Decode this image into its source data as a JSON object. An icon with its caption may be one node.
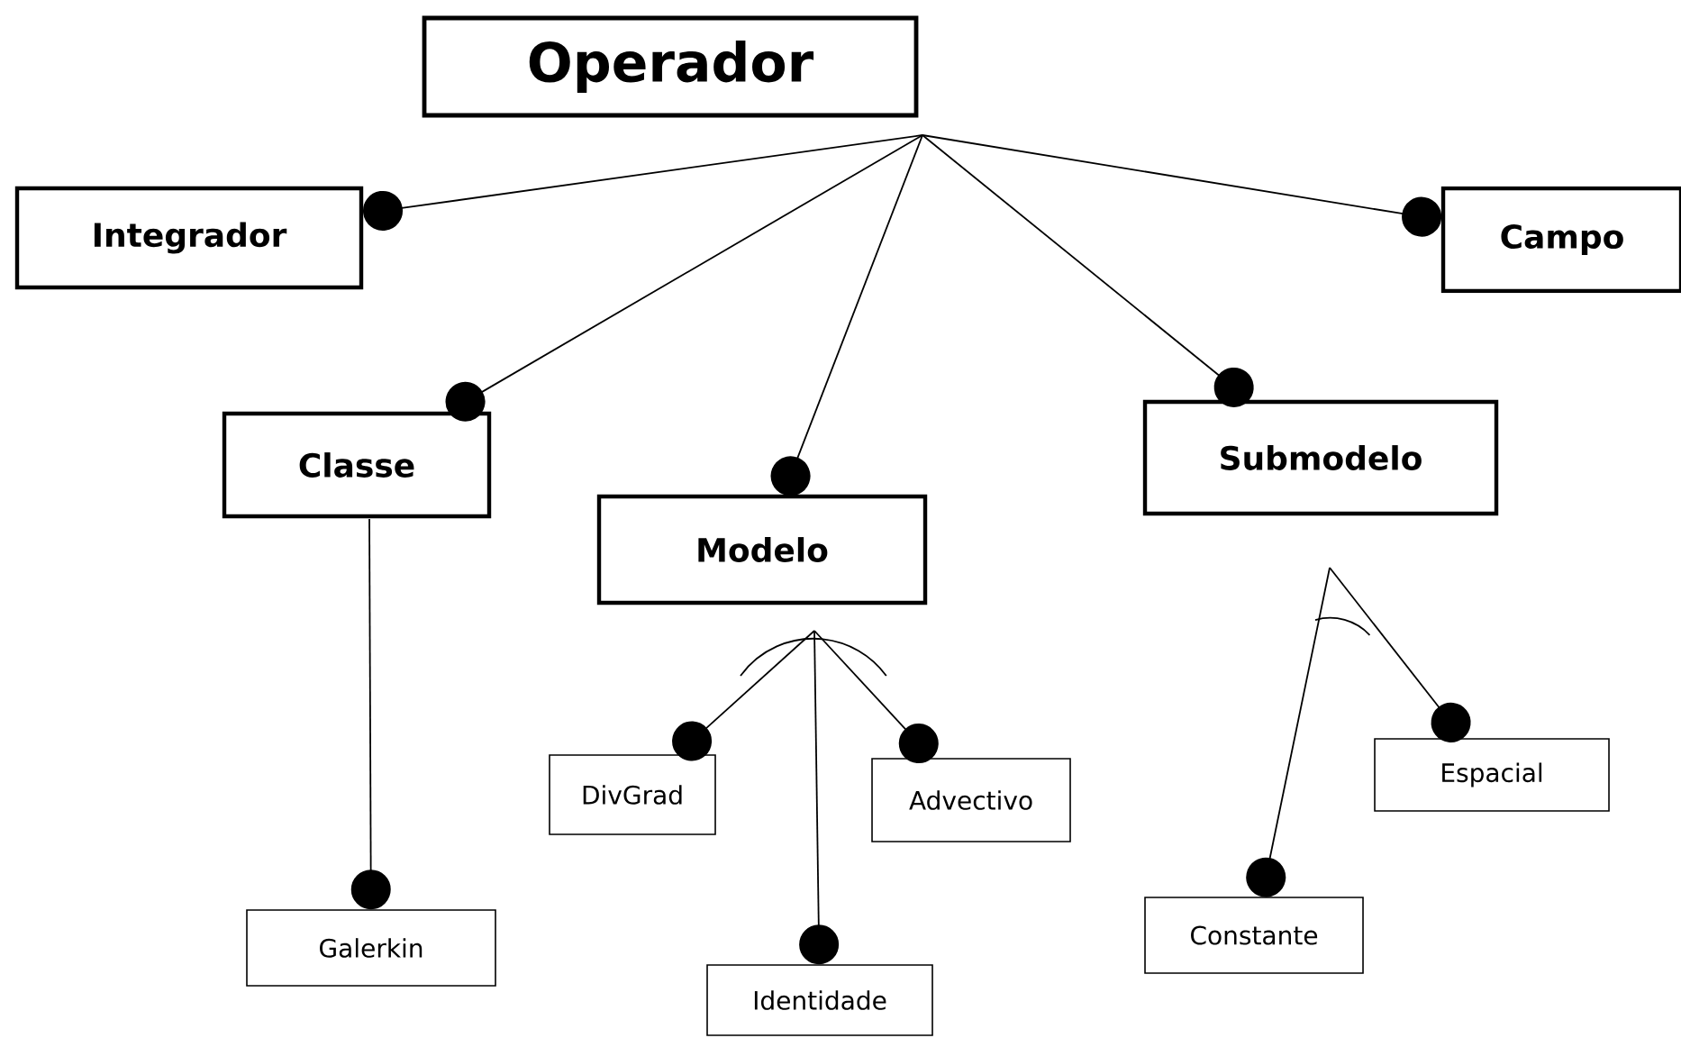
{
  "diagram": {
    "nodes": [
      {
        "text": [
          "Operador"
        ]
      },
      {
        "text": [
          "Integrador"
        ]
      },
      {
        "text": [
          "Campo"
        ]
      },
      {
        "text": [
          "Classe"
        ]
      },
      {
        "text": [
          "Modelo"
        ]
      },
      {
        "text": [
          "Submodelo"
        ]
      },
      {
        "text": [
          "Galerkin"
        ]
      },
      {
        "text": [
          "DivGrad"
        ]
      },
      {
        "text": [
          "Identidade"
        ]
      },
      {
        "text": [
          "Advectivo"
        ]
      },
      {
        "text": [
          "Espacial"
        ]
      },
      {
        "text": [
          "Constante"
        ]
      }
    ],
    "edges": [
      {
        "from": 0,
        "to": 1,
        "arrow": "other"
      },
      {
        "from": 0,
        "to": 2,
        "arrow": "other"
      },
      {
        "from": 0,
        "to": 3,
        "arrow": "other"
      },
      {
        "from": 0,
        "to": 4,
        "arrow": "other"
      },
      {
        "from": 0,
        "to": 5,
        "arrow": "other"
      },
      {
        "from": 3,
        "to": 6,
        "arrow": "other"
      },
      {
        "from": 4,
        "to": 7,
        "arrow": "other"
      },
      {
        "from": 4,
        "to": 8,
        "arrow": "other"
      },
      {
        "from": 4,
        "to": 9,
        "arrow": "other"
      },
      {
        "from": 5,
        "to": 11,
        "arrow": "other"
      },
      {
        "from": 5,
        "to": 10,
        "arrow": "other"
      }
    ]
  }
}
